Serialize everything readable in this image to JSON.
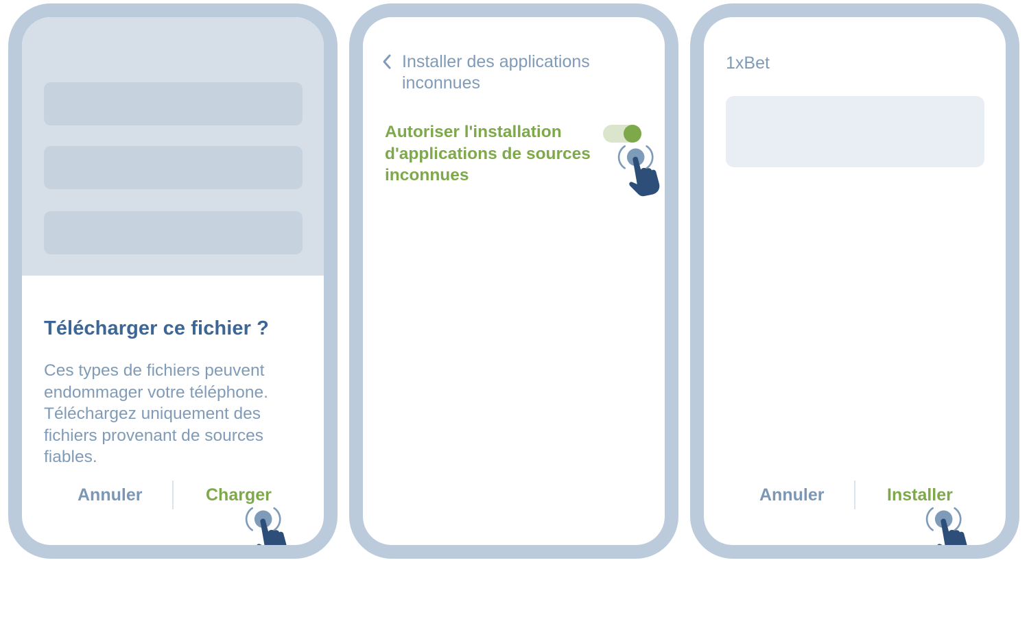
{
  "colors": {
    "frame": "#bccbdb",
    "dim_overlay": "#d6dfe7",
    "placeholder": "#c6d3df",
    "title_blue": "#3c6696",
    "text_gray_blue": "#7f9bb8",
    "accent_green": "#7ea94a",
    "hand": "#2c4e79",
    "tap_ring": "#7e9bb9"
  },
  "step1": {
    "dialog": {
      "title": "Télécharger ce fichier ?",
      "body_lines": [
        "Ces types de fichiers peuvent",
        "endommager votre téléphone.",
        "Téléchargez uniquement des",
        "fichiers provenant de sources",
        "fiables."
      ],
      "cancel_label": "Annuler",
      "confirm_label": "Charger"
    },
    "gesture_icon": "tap-hand-icon"
  },
  "step2": {
    "header": {
      "back_icon": "chevron-left-icon",
      "title_lines": [
        "Installer des applications",
        "inconnues"
      ]
    },
    "setting": {
      "label_lines": [
        "Autoriser l'installation",
        "d'applications de sources",
        "inconnues"
      ],
      "toggle_state": "on"
    },
    "gesture_icon": "tap-hand-icon"
  },
  "step3": {
    "app_name": "1xBet",
    "cancel_label": "Annuler",
    "confirm_label": "Installer",
    "gesture_icon": "tap-hand-icon"
  }
}
